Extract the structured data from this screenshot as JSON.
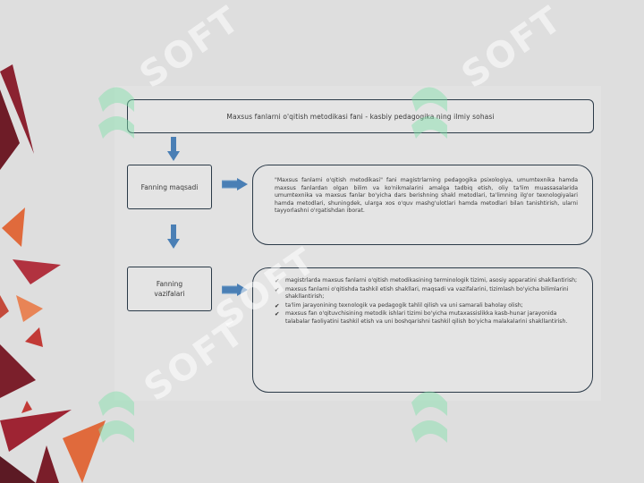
{
  "diagram": {
    "title": "Maxsus fanlarni o'qitish metodikasi fani - kasbiy pedagogika ning ilmiy sohasi",
    "nodes": [
      {
        "label": "Fanning maqsadi",
        "description": "\"Maxsus fanlarni o'qitish metodikasi\" fani magistrlarning pedagogika psixologiya, umumtexnika hamda maxsus fanlardan olgan bilim va ko'nikmalarini amalga tadbiq etish, oliy ta'lim muassasalarida umumtexnika va maxsus fanlar bo'yicha dars berishning shakl metodlari, ta'limning ilg'or texnologiyalari hamda metodlari, shuningdek, ularga xos o'quv mashg'ulotlari hamda metodlari bilan tanishtirish, ularni tayyorlashni o'rgatishdan iborat."
      },
      {
        "label": "Fanning vazifalari",
        "items": [
          "magistrlarda maxsus fanlarni o'qitish metodikasining terminologik tizimi, asosiy apparatini shakllantirish;",
          "maxsus fanlarni o'qitishda tashkil etish shakllari, maqsadi va vazifalarini, tizimlash bo'yicha bilimlarini shakllantirish;",
          "ta'lim jarayonining texnologik va pedagogik tahlil qilish va uni samarali baholay olish;",
          "maxsus fan o'qituvchisining metodik ishlari tizimi bo'yicha mutaxassislikka kasb-hunar jarayonida talabalar faoliyatini tashkil etish va uni boshqarishni tashkil qilish bo'yicha malakalarini shakllantirish."
        ]
      }
    ]
  },
  "watermark": {
    "text": "SOFT"
  },
  "colors": {
    "arrow": "#4a7fb5",
    "border": "#2b3a48",
    "accent_red": "#8b2230",
    "accent_orange": "#e06a3c"
  }
}
